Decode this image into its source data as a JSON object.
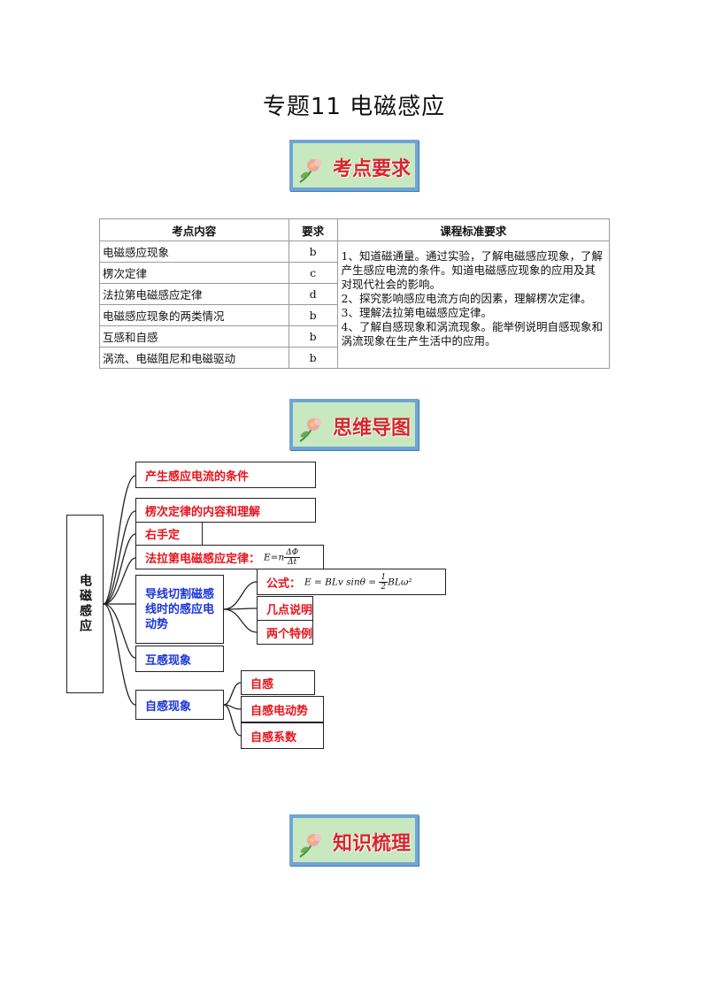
{
  "title": "专题11  电磁感应",
  "banners": {
    "b1": "考点要求",
    "b2": "思维导图",
    "b3": "知识梳理"
  },
  "table": {
    "headers": [
      "考点内容",
      "要求",
      "课程标准要求"
    ],
    "rows": [
      {
        "topic": "电磁感应现象",
        "level": "b"
      },
      {
        "topic": "楞次定律",
        "level": "c"
      },
      {
        "topic": "法拉第电磁感应定律",
        "level": "d"
      },
      {
        "topic": "电磁感应现象的两类情况",
        "level": "b"
      },
      {
        "topic": "互感和自感",
        "level": "b"
      },
      {
        "topic": "涡流、电磁阻尼和电磁驱动",
        "level": "b"
      }
    ],
    "standard_lines": [
      "1、知道磁通量。通过实验，了解电磁感应现象，了解产生感应电流的条件。知道电磁感应现象的应用及其对现代社会的影响。",
      "2、探究影响感应电流方向的因素，理解楞次定律。",
      "3、理解法拉第电磁感应定律。",
      "4、了解自感现象和涡流现象。能举例说明自感现象和涡流现象在生产生活中的应用。"
    ]
  },
  "mindmap": {
    "root": "电磁感应",
    "n1": "产生感应电流的条件",
    "n2": "楞次定律的内容和理解",
    "n3": "右手定",
    "n4": "法拉第电磁感应定律：",
    "n4_formula_lhs": "E=n",
    "n4_formula_num": "ΔΦ",
    "n4_formula_den": "Δt",
    "n5": "导线切割磁感线时的感应电动势",
    "n5a": "公式：",
    "n5a_formula": "E = BLv sinθ = ",
    "n5a_frac_num": "1",
    "n5a_frac_den": "2",
    "n5a_formula_tail": "BLω²",
    "n5b": "几点说明",
    "n5c": "两个特例",
    "n6": "互感现象",
    "n7": "自感现象",
    "n7a": "自感",
    "n7b": "自感电动势",
    "n7c": "自感系数"
  }
}
